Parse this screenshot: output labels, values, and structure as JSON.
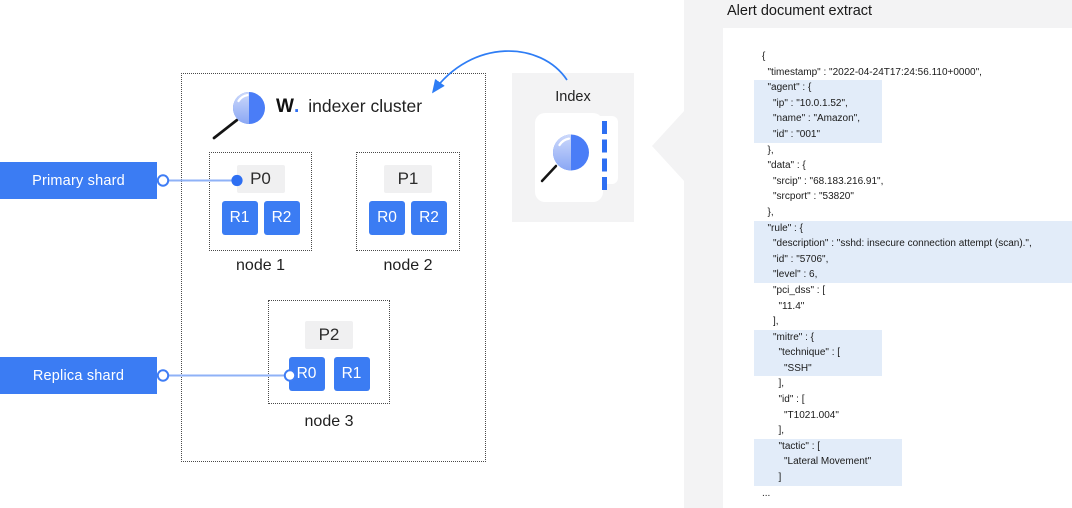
{
  "cluster": {
    "logo_letter": "W",
    "logo_dot": ".",
    "title": "indexer cluster",
    "nodes": [
      {
        "primary": "P0",
        "replicas": [
          "R1",
          "R2"
        ],
        "label": "node 1"
      },
      {
        "primary": "P1",
        "replicas": [
          "R0",
          "R2"
        ],
        "label": "node 2"
      },
      {
        "primary": "P2",
        "replicas": [
          "R0",
          "R1"
        ],
        "label": "node 3"
      }
    ]
  },
  "legend": {
    "primary_label": "Primary shard",
    "replica_label": "Replica shard"
  },
  "index": {
    "label": "Index"
  },
  "alert_panel": {
    "title": "Alert document extract",
    "code_lines": [
      {
        "text": "{",
        "indent": 0
      },
      {
        "text": "\"timestamp\" : \"2022-04-24T17:24:56.110+0000\",",
        "indent": 1
      },
      {
        "text": "\"agent\" : {",
        "indent": 1,
        "highlight": "narrow"
      },
      {
        "text": "\"ip\" : \"10.0.1.52\",",
        "indent": 2,
        "highlight": "narrow"
      },
      {
        "text": "\"name\" : \"Amazon\",",
        "indent": 2,
        "highlight": "narrow"
      },
      {
        "text": "\"id\" : \"001\"",
        "indent": 2,
        "highlight": "narrow"
      },
      {
        "text": "},",
        "indent": 1
      },
      {
        "text": "\"data\" : {",
        "indent": 1
      },
      {
        "text": "\"srcip\" : \"68.183.216.91\",",
        "indent": 2
      },
      {
        "text": "\"srcport\" : \"53820\"",
        "indent": 2
      },
      {
        "text": "},",
        "indent": 1
      },
      {
        "text": "\"rule\" : {",
        "indent": 1,
        "highlight": "full"
      },
      {
        "text": "\"description\" : \"sshd: insecure connection attempt (scan).\",",
        "indent": 2,
        "highlight": "full"
      },
      {
        "text": "\"id\" : \"5706\",",
        "indent": 2,
        "highlight": "full"
      },
      {
        "text": "\"level\" : 6,",
        "indent": 2,
        "highlight": "full"
      },
      {
        "text": "\"pci_dss\" : [",
        "indent": 2
      },
      {
        "text": "\"11.4\"",
        "indent": 3
      },
      {
        "text": "],",
        "indent": 2
      },
      {
        "text": "\"mitre\" : {",
        "indent": 2,
        "highlight": "narrow"
      },
      {
        "text": "\"technique\" : [",
        "indent": 3,
        "highlight": "narrow"
      },
      {
        "text": "\"SSH\"",
        "indent": 4,
        "highlight": "narrow"
      },
      {
        "text": "],",
        "indent": 3
      },
      {
        "text": "\"id\" : [",
        "indent": 3
      },
      {
        "text": "\"T1021.004\"",
        "indent": 4
      },
      {
        "text": "],",
        "indent": 3
      },
      {
        "text": "\"tactic\" : [",
        "indent": 3,
        "highlight": "medium"
      },
      {
        "text": "\"Lateral Movement\"",
        "indent": 4,
        "highlight": "medium"
      },
      {
        "text": "]",
        "indent": 3,
        "highlight": "medium"
      },
      {
        "text": "...",
        "indent": 0
      }
    ]
  },
  "colors": {
    "accent_blue": "#3b7cf3",
    "accent_deep_blue": "#2e6ff2",
    "connector_blue": "#8fb2f7",
    "highlight_blue": "#e2ecf9",
    "panel_gray": "#f3f3f4",
    "shard_gray": "#f0f0f1"
  }
}
